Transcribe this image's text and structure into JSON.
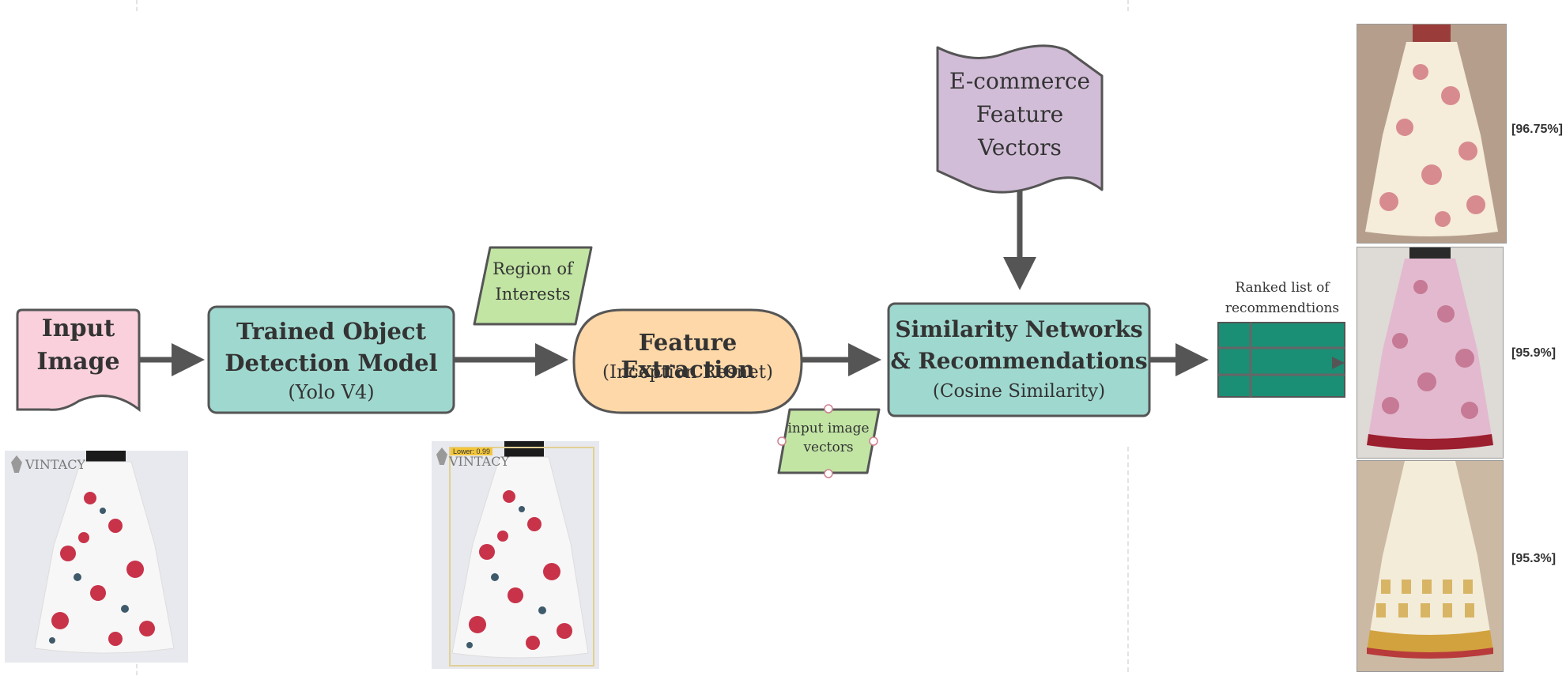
{
  "nodes": {
    "input_image": {
      "line1": "Input",
      "line2": "Image"
    },
    "detector": {
      "line1": "Trained Object",
      "line2": "Detection Model",
      "sub": "(Yolo V4)"
    },
    "roi": {
      "line1": "Region of",
      "line2": "Interests"
    },
    "feature_extraction": {
      "title": "Feature Extraction",
      "sub": "(Inception Resnet)"
    },
    "input_vectors": {
      "line1": "input image",
      "line2": "vectors"
    },
    "ecommerce": {
      "line1": "E-commerce",
      "line2": "Feature",
      "line3": "Vectors"
    },
    "similarity": {
      "line1": "Similarity Networks",
      "line2": "& Recommendations",
      "sub": "(Cosine Similarity)"
    },
    "ranked_list": {
      "line1": "Ranked list of",
      "line2": "recommendtions"
    }
  },
  "photos": {
    "input": {
      "logo": "VINTACY"
    },
    "detected": {
      "logo": "VINTACY",
      "detection_label": "Lower: 0.99"
    }
  },
  "results": [
    {
      "score": "[96.75%]"
    },
    {
      "score": "[95.9%]"
    },
    {
      "score": "[95.3%]"
    }
  ],
  "colors": {
    "input_image": "#f9d0dc",
    "detector": "#9fd8cf",
    "roi": "#c2e5a4",
    "feature_extraction": "#fed8a8",
    "ecommerce": "#d2bdd8",
    "ranked_list": "#1a8f75",
    "arrows": "#555555"
  }
}
